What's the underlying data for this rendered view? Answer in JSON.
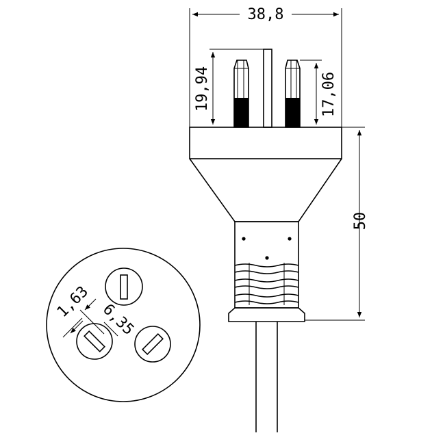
{
  "dimensions": {
    "overall_width": "38,8",
    "center_pin_length": "19,94",
    "side_pin_length": "17,06",
    "plug_height": "50",
    "pin_offset": "1,63",
    "pin_diameter": "6,35"
  }
}
